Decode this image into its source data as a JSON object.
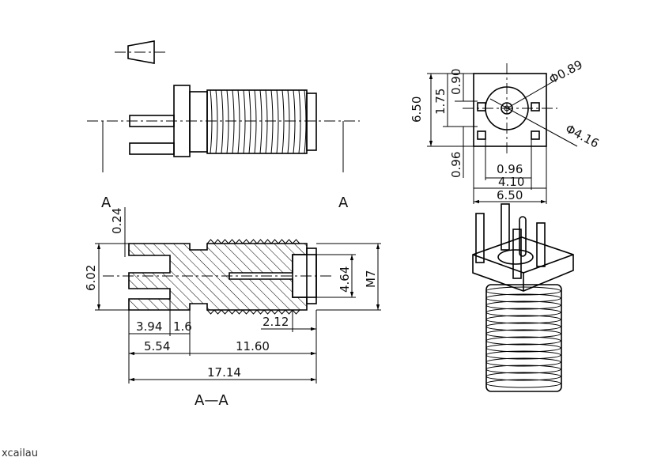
{
  "view_labels": {
    "section_left": "A",
    "section_right": "A",
    "section_title": "A—A"
  },
  "dimensions": {
    "d_089": "Φ0.89",
    "d_416": "Φ4.16",
    "d_650_v": "6.50",
    "d_175": "1.75",
    "d_090": "0.90",
    "d_096_v": "0.96",
    "d_096_h": "0.96",
    "d_410": "4.10",
    "d_650_h": "6.50",
    "d_024": "0.24",
    "d_602": "6.02",
    "d_464": "4.64",
    "d_m7": "M7",
    "d_394": "3.94",
    "d_16": "1.6",
    "d_212": "2.12",
    "d_554": "5.54",
    "d_1160": "11.60",
    "d_1714": "17.14"
  },
  "watermark": "xcailau"
}
